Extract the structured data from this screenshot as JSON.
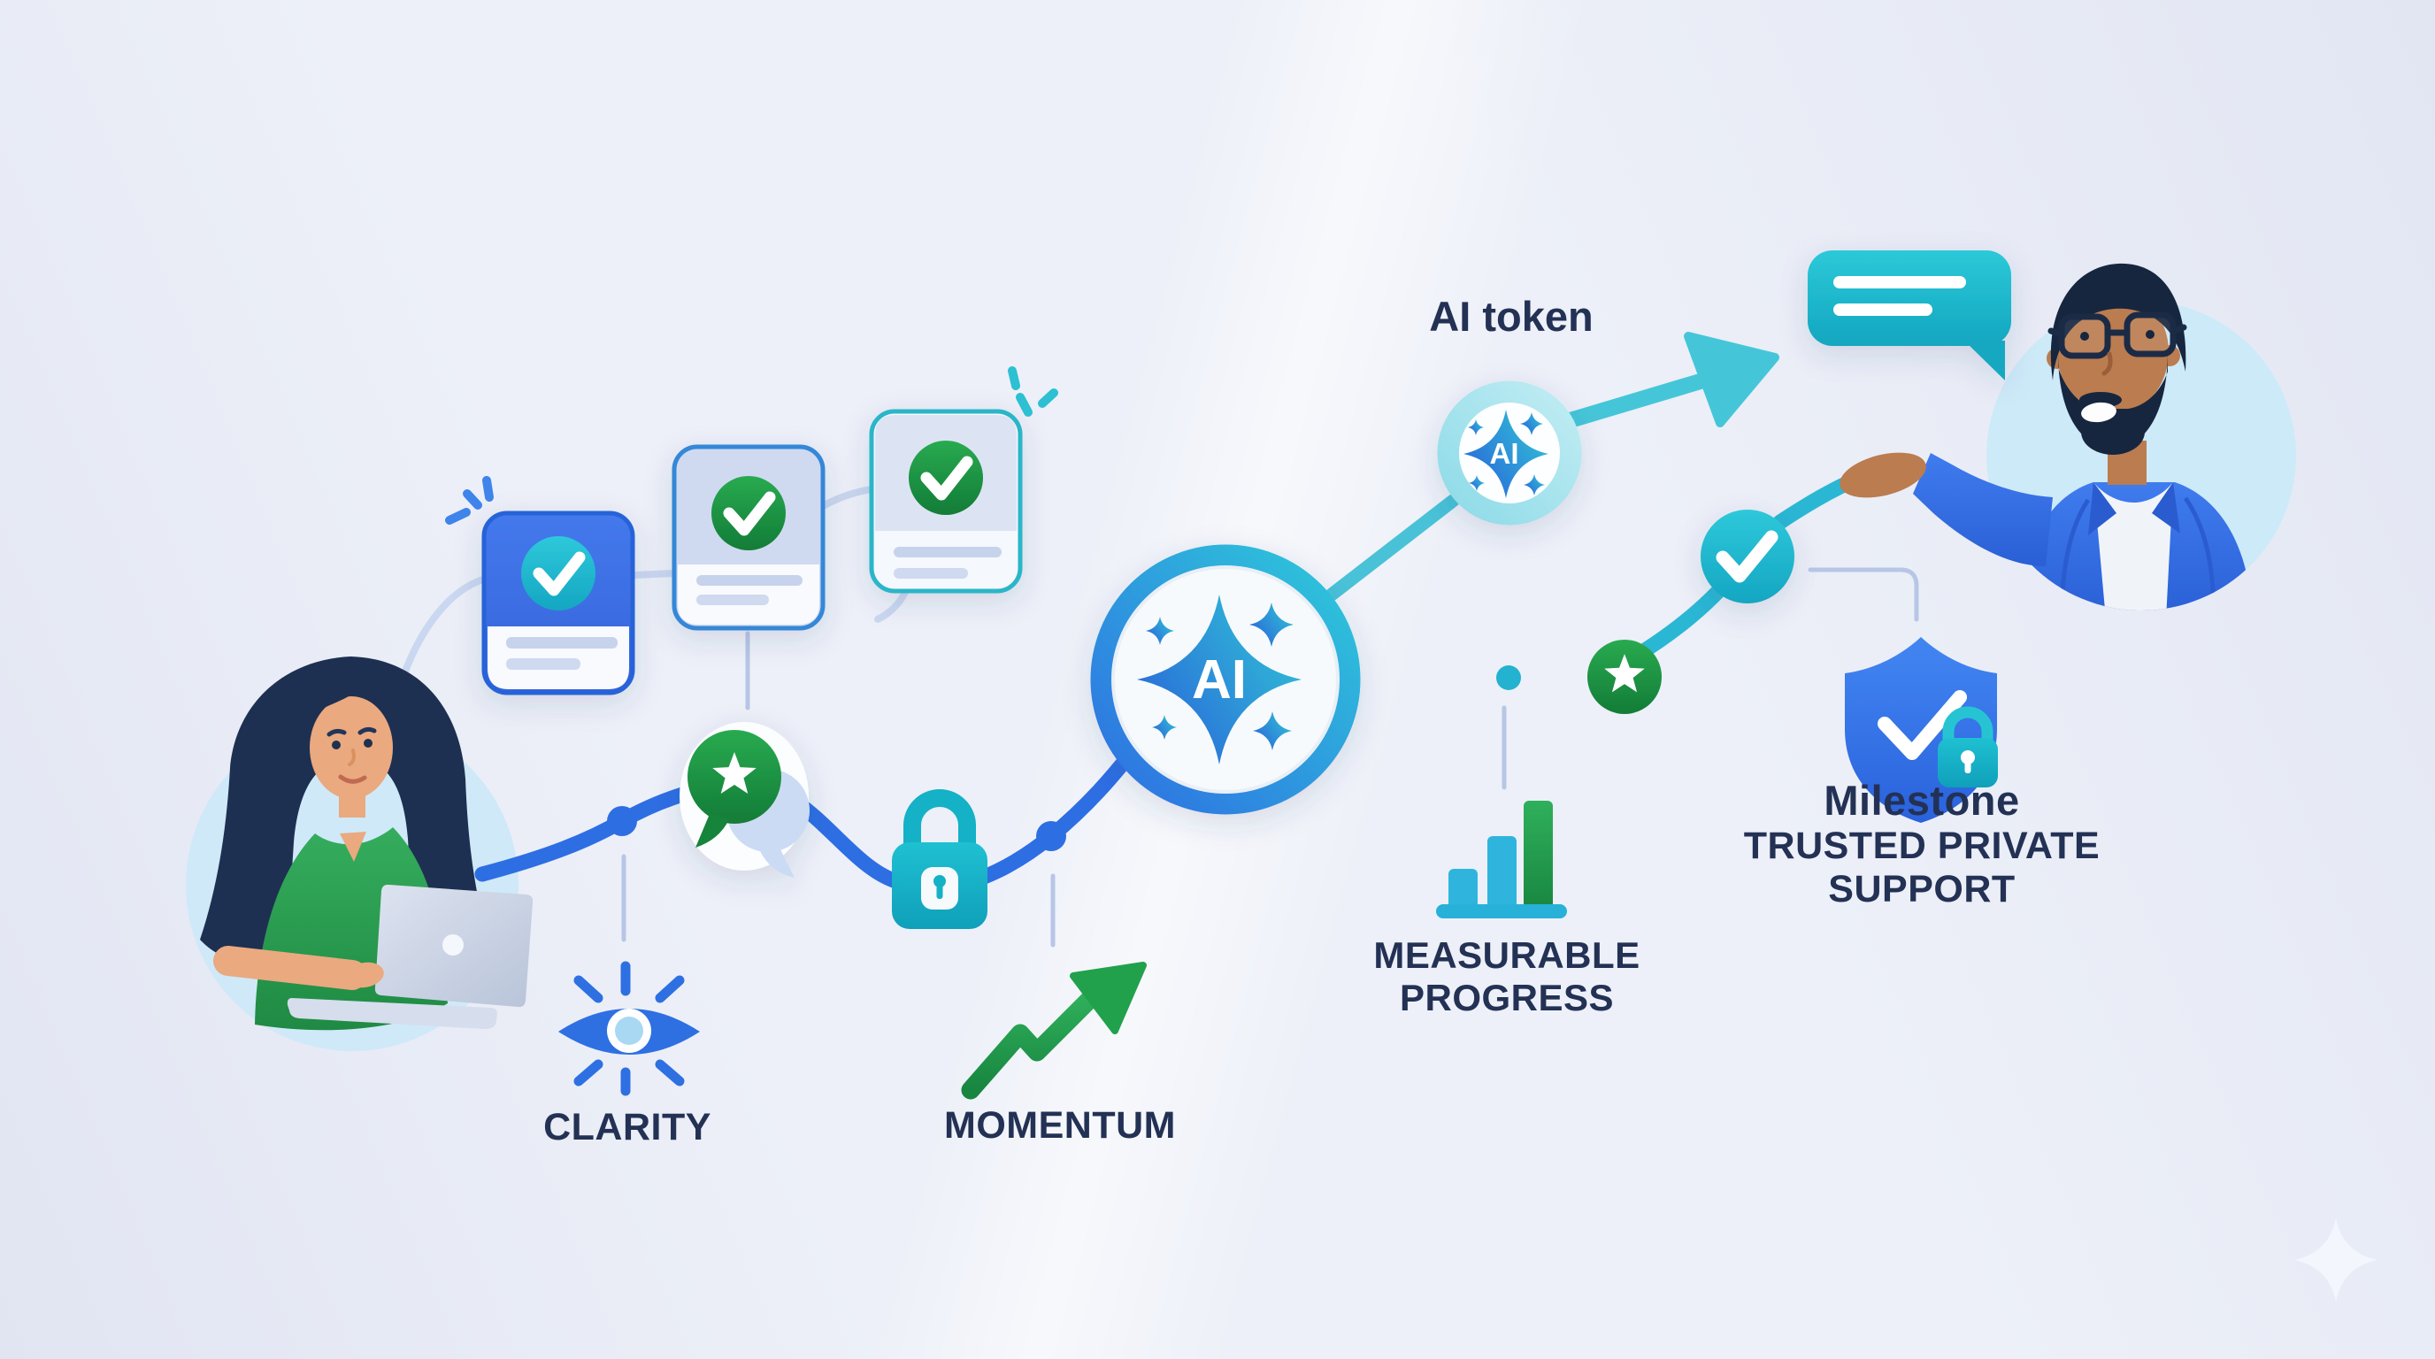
{
  "labels": {
    "ai_token": "AI token",
    "clarity": "CLARITY",
    "momentum": "MOMENTUM",
    "measurable_line1": "MEASURABLE",
    "measurable_line2": "PROGRESS",
    "milestone_title": "Milestone",
    "milestone_sub1": "TRUSTED PRIVATE",
    "milestone_sub2": "SUPPORT",
    "ai_core_badge": "AI",
    "ai_token_badge": "AI"
  },
  "colors": {
    "background": "#edf0f8",
    "background_lavender": "#e2e6f3",
    "text_navy": "#233154",
    "path_blue": "#2e6ee3",
    "path_teal": "#2ab7d4",
    "card_blue": "#3e72e8",
    "accent_teal": "#17b2c8",
    "accent_green": "#1d9b44",
    "shield_blue": "#3173e8",
    "arrow_teal": "#45c6d8",
    "person_circle": "#cfe9f8"
  },
  "icons": [
    "woman-with-laptop-figure",
    "blue-check-card",
    "green-check-card",
    "teal-check-card",
    "review-chat-star-icon",
    "lock-icon",
    "ai-core-medallion",
    "ai-token-medallion",
    "growth-arrow-icon",
    "star-node-icon",
    "check-node-icon",
    "shield-lock-icon",
    "eye-icon",
    "momentum-arrow-icon",
    "bar-chart-icon",
    "speech-bubble-icon",
    "advisor-man-figure",
    "corner-sparkle-icon"
  ]
}
